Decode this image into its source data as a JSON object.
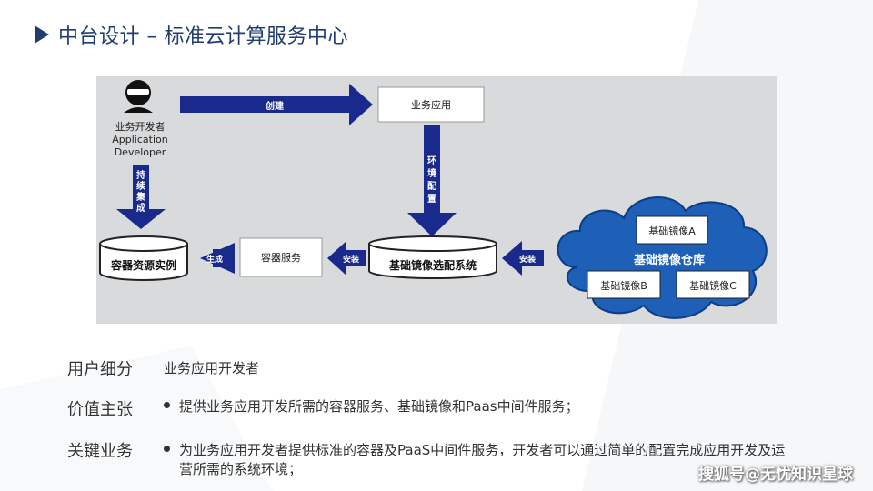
{
  "title": "中台设计 – 标准云计算服务中心",
  "diagram": {
    "developer_label_cn": "业务开发者",
    "developer_label_en1": "Application",
    "developer_label_en2": "Developer",
    "arrow_create": "创建",
    "arrow_ci": [
      "持",
      "续",
      "集",
      "成"
    ],
    "arrow_env": [
      "环",
      "境",
      "配",
      "置"
    ],
    "arrow_install_1": "安装",
    "arrow_install_2": "安装",
    "arrow_build": "生成",
    "biz_app": "业务应用",
    "container_service": "容器服务",
    "base_image_select": "基础镜像选配系统",
    "container_resources": "容器资源实例",
    "base_image_repo": "基础镜像仓库",
    "image_a": "基础镜像A",
    "image_b": "基础镜像B",
    "image_c": "基础镜像C"
  },
  "rows": [
    {
      "label": "用户细分",
      "value": "业务应用开发者",
      "bullet": false
    },
    {
      "label": "价值主张",
      "value": "提供业务应用开发所需的容器服务、基础镜像和Paas中间件服务；",
      "bullet": true
    },
    {
      "label": "关键业务",
      "value_line1": "为业务应用开发者提供标准的容器及PaaS中间件服务，开发者可以通过简单的配置完成应用开发及运",
      "value_line2": "营所需的系统环境；",
      "bullet": true
    }
  ],
  "watermark": "搜狐号@无忧知识星球",
  "colors": {
    "navy": "#1f3d6e",
    "arrow": "#1a2a8c",
    "cloud": "#1e5fb8"
  }
}
